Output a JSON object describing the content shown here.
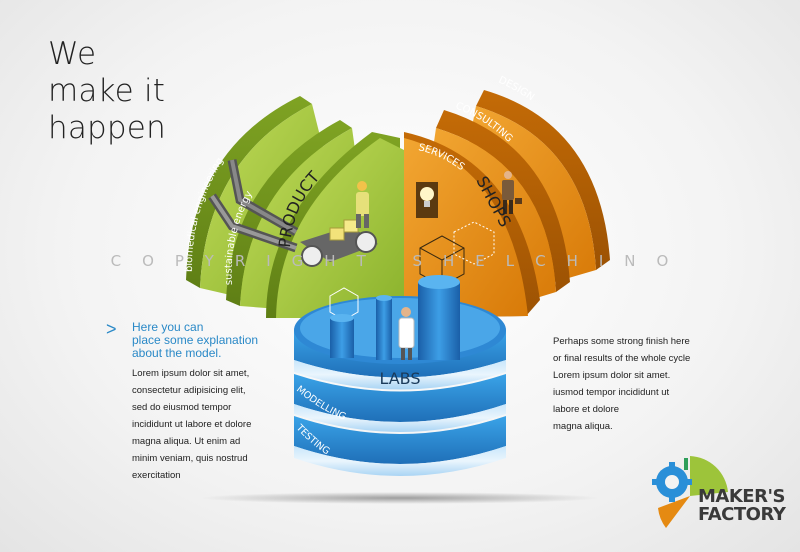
{
  "headline": {
    "line1": "We",
    "line2": "make it",
    "line3": "happen"
  },
  "watermark": "COPYRIGHT SHELCHINO",
  "diagram": {
    "green_labels": {
      "product": "PRODUCT",
      "sustainable": "sustainable energy",
      "biomedical": "biomedical engineering"
    },
    "orange_labels": {
      "shops": "SHOPS",
      "services": "SERVICES",
      "consulting": "CONSULTING",
      "design": "DESIGN"
    },
    "blue_labels": {
      "labs": "LABS",
      "modelling": "MODELLING",
      "testing": "TESTING"
    },
    "colors": {
      "green": "#9dc43a",
      "orange": "#e58a12",
      "blue": "#2a8fd8"
    },
    "icons": [
      "pipes-icon",
      "conveyor-icon",
      "worker-icon",
      "lightbulb-icon",
      "businessman-icon",
      "wireframe-cube-icon",
      "scientist-icon",
      "tanks-icon"
    ]
  },
  "left_text": {
    "intro_line1": "Here you can",
    "intro_line2": "place some explanation",
    "intro_line3": "about the model.",
    "body_lines": [
      "Lorem ipsum dolor sit amet,",
      "consectetur adipisicing elit,",
      "sed do eiusmod tempor",
      "incididunt ut labore et dolore",
      "magna aliqua. Ut enim ad",
      "minim veniam, quis nostrud",
      "exercitation"
    ]
  },
  "right_text": {
    "lines": [
      "Perhaps some strong finish here",
      "or final results of the whole cycle",
      "Lorem ipsum dolor sit amet.",
      "iusmod tempor incididunt ut",
      "labore et dolore",
      "magna aliqua."
    ]
  },
  "logo": {
    "line1": "MAKER'S",
    "line2": "FACTORY"
  }
}
